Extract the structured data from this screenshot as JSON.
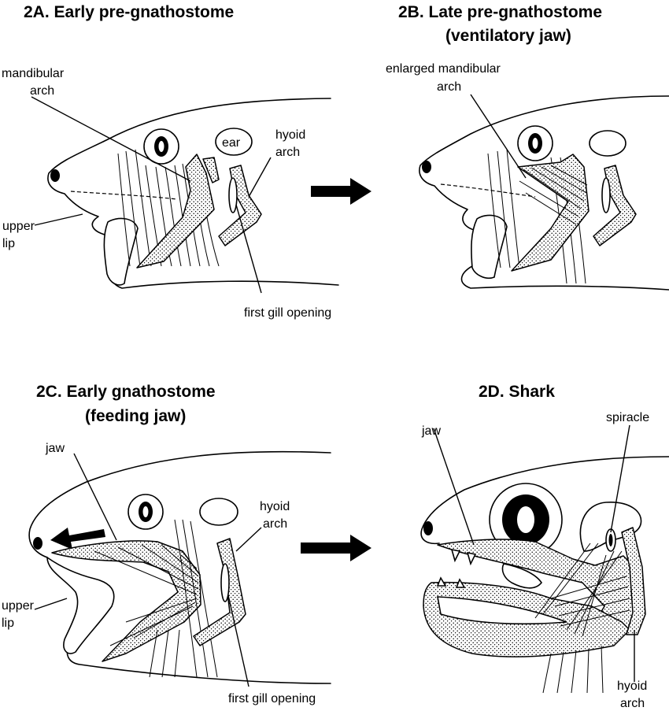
{
  "panels": {
    "a": {
      "title": "2A. Early pre-gnathostome",
      "labels": {
        "mandibular_1": "mandibular",
        "mandibular_2": "arch",
        "ear": "ear",
        "hyoid_1": "hyoid",
        "hyoid_2": "arch",
        "upper_lip_1": "upper",
        "upper_lip_2": "lip",
        "gill_opening": "first gill opening"
      }
    },
    "b": {
      "title_line1": "2B. Late pre-gnathostome",
      "title_line2": "(ventilatory jaw)",
      "labels": {
        "enlarged_1": "enlarged mandibular",
        "enlarged_2": "arch"
      }
    },
    "c": {
      "title_line1": "2C. Early gnathostome",
      "title_line2": "(feeding jaw)",
      "labels": {
        "jaw": "jaw",
        "hyoid_1": "hyoid",
        "hyoid_2": "arch",
        "upper_lip_1": "upper",
        "upper_lip_2": "lip",
        "gill_opening": "first gill opening"
      }
    },
    "d": {
      "title": "2D. Shark",
      "labels": {
        "jaw": "jaw",
        "spiracle": "spiracle",
        "hyoid_1": "hyoid",
        "hyoid_2": "arch"
      }
    }
  },
  "icons": {
    "arrow_top": "arrow-right",
    "arrow_bottom": "arrow-right",
    "arrow_forward_jaw": "arrow-left"
  }
}
